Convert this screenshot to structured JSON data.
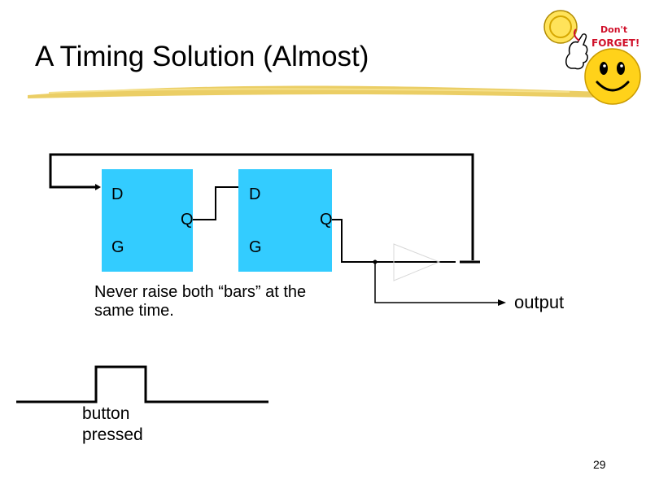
{
  "slide": {
    "title": "A Timing Solution (Almost)",
    "page_number": "29"
  },
  "latch1": {
    "d_label": "D",
    "q_label": "Q",
    "g_label": "G"
  },
  "latch2": {
    "d_label": "D",
    "q_label": "Q",
    "g_label": "G"
  },
  "note": "Never raise both “bars” at the same time.",
  "output_label": "output",
  "button_label": "button pressed",
  "badge": {
    "line1": "Don't",
    "line2": "FORGET!"
  },
  "colors": {
    "latch_fill": "#33ccff",
    "wire": "#000000",
    "underline_gold": "#e8c64a",
    "badge_yellow": "#ffd21a",
    "badge_red": "#d0102a"
  }
}
